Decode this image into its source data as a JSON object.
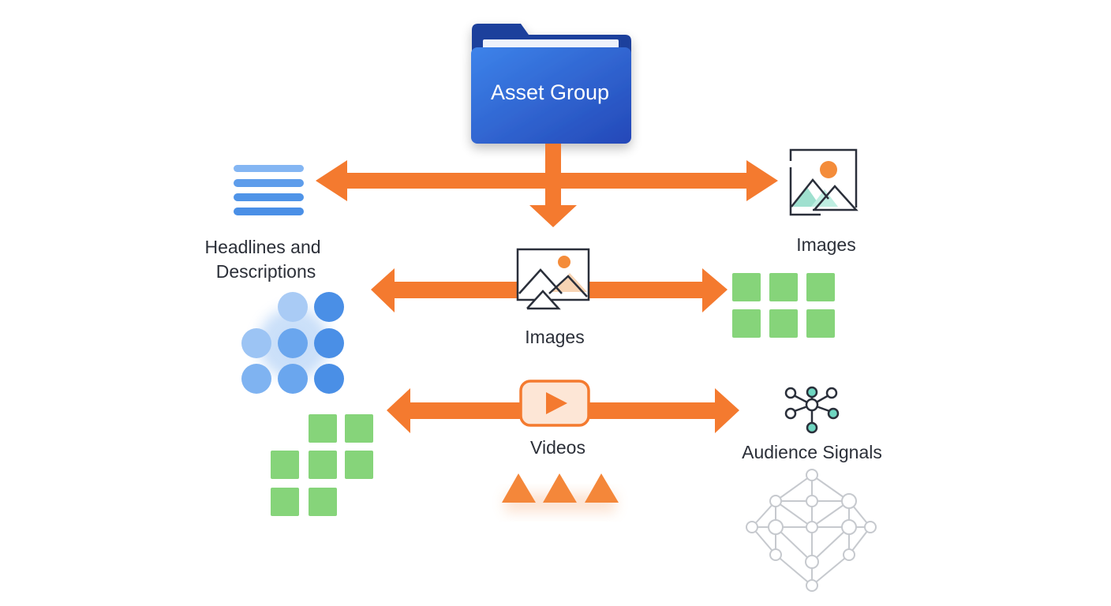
{
  "diagram": {
    "root": {
      "label": "Asset Group",
      "icon": "folder-icon"
    },
    "nodes": [
      {
        "id": "headlines",
        "label_lines": [
          "Headlines and",
          "Descriptions"
        ],
        "icon": "text-lines-icon"
      },
      {
        "id": "images_right",
        "label": "Images",
        "icon": "image-icon"
      },
      {
        "id": "images_center",
        "label": "Images",
        "icon": "image-icon"
      },
      {
        "id": "videos",
        "label": "Videos",
        "icon": "play-icon"
      },
      {
        "id": "audience",
        "label": "Audience Signals",
        "icon": "network-icon"
      }
    ],
    "colors": {
      "arrow": "#f47a2f",
      "folder_front": "#2f63d8",
      "folder_back": "#1f3f9c",
      "blue_dot_light": "#8ab8f3",
      "blue_dot_dark": "#4a8fe6",
      "green_tile": "#86d47a",
      "triangle": "#f4873a",
      "network_gray": "#c6c9ce",
      "network_node": "#6fd6c1",
      "icon_stroke": "#2a2f3a",
      "icon_sun": "#f48c3a"
    }
  }
}
